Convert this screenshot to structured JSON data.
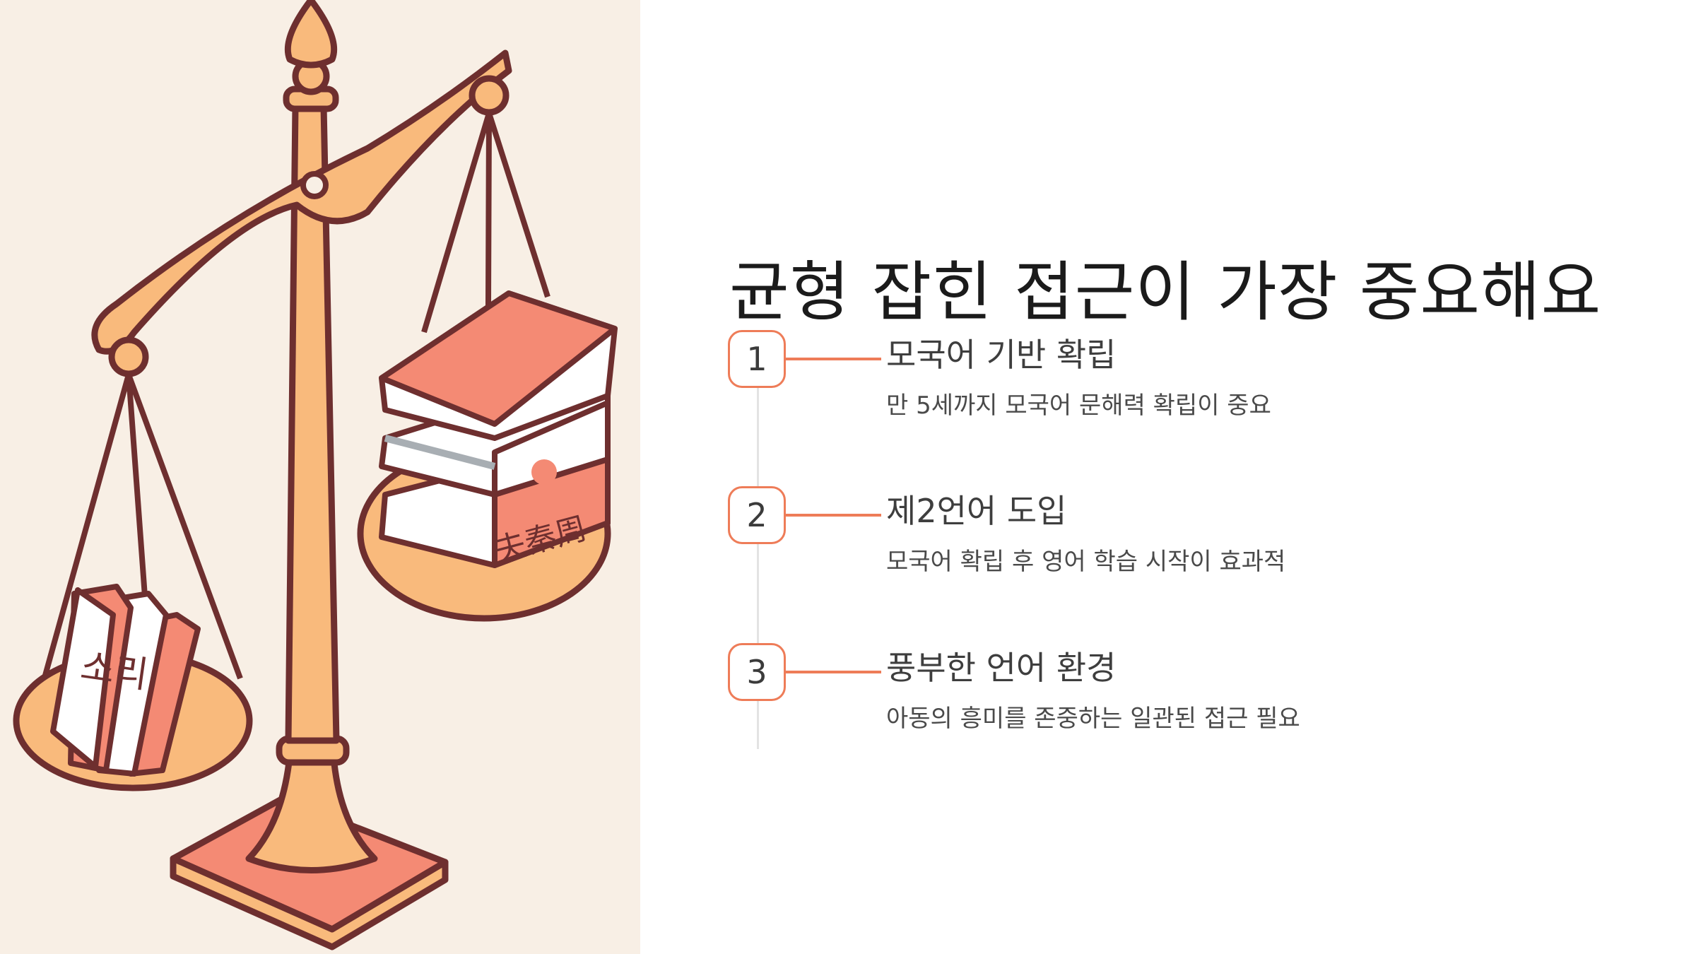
{
  "slide": {
    "title": "균형 잡힌 접근이 가장 중요해요",
    "steps": [
      {
        "number": "1",
        "title": "모국어 기반 확립",
        "description": "만 5세까지 모국어 문해력 확립이 중요"
      },
      {
        "number": "2",
        "title": "제2언어 도입",
        "description": "모국어 확립 후 영어 학습 시작이 효과적"
      },
      {
        "number": "3",
        "title": "풍부한 언어 환경",
        "description": "아동의 흥미를 존중하는 일관된 접근 필요"
      }
    ]
  },
  "illustration": {
    "left_book_spine_text": "소리",
    "right_book_spine_text": "夫秦周"
  },
  "colors": {
    "accent": "#ee7c58",
    "panel_background": "#f8efe5",
    "brass": "#f9ba7c",
    "outline": "#6e2f2f",
    "book_coral": "#f48a74"
  }
}
